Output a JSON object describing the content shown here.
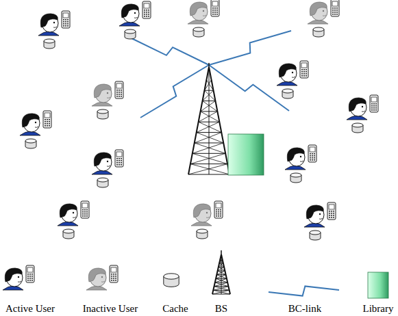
{
  "diagram": {
    "legend": [
      {
        "text": "Active User"
      },
      {
        "text": "Inactive User"
      },
      {
        "text": "Cache"
      },
      {
        "text": "BS"
      },
      {
        "text": "BC-link"
      },
      {
        "text": "Library"
      }
    ]
  }
}
